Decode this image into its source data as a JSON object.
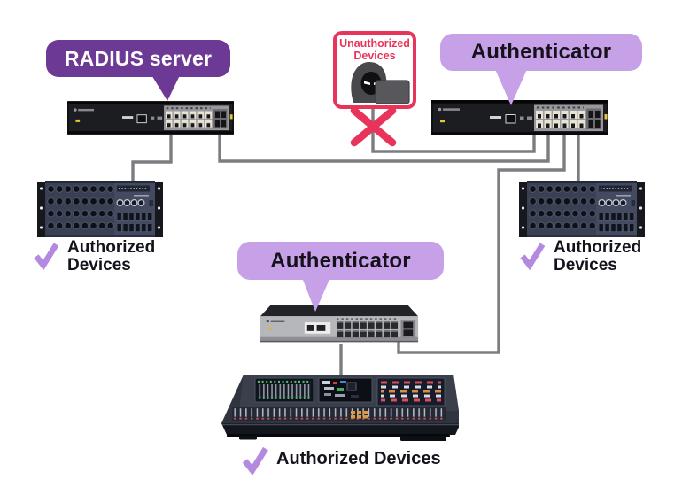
{
  "colors": {
    "background": "#ffffff",
    "bubble_dark": "#6c3a94",
    "bubble_light": "#c6a1e7",
    "checkmark": "#b48ae0",
    "alert_red": "#e8345a",
    "connector": "#7b7d80",
    "text_dark": "#15121c"
  },
  "callouts": {
    "radius": {
      "label": "RADIUS server"
    },
    "authenticator_top": {
      "label": "Authenticator"
    },
    "authenticator_middle": {
      "label": "Authenticator"
    }
  },
  "unauthorized_box": {
    "line1": "Unauthorized",
    "line2": "Devices"
  },
  "authorized_labels": {
    "left": {
      "line1": "Authorized",
      "line2": "Devices"
    },
    "right": {
      "line1": "Authorized",
      "line2": "Devices"
    },
    "bottom": {
      "label": "Authorized Devices"
    }
  },
  "icons": {
    "hacker": "hooded-intruder-with-laptop-icon",
    "blocked_x": "red-x-blocked-icon",
    "check": "purple-check-icon",
    "devices": {
      "radius_server_switch": "rack-network-switch",
      "authenticator_switch_top": "rack-network-switch",
      "authenticator_switch_middle": "desktop-network-switch",
      "authorized_io_rack_left": "audio-io-rack",
      "authorized_io_rack_right": "audio-io-rack",
      "authorized_mixing_console": "digital-mixing-console"
    }
  }
}
